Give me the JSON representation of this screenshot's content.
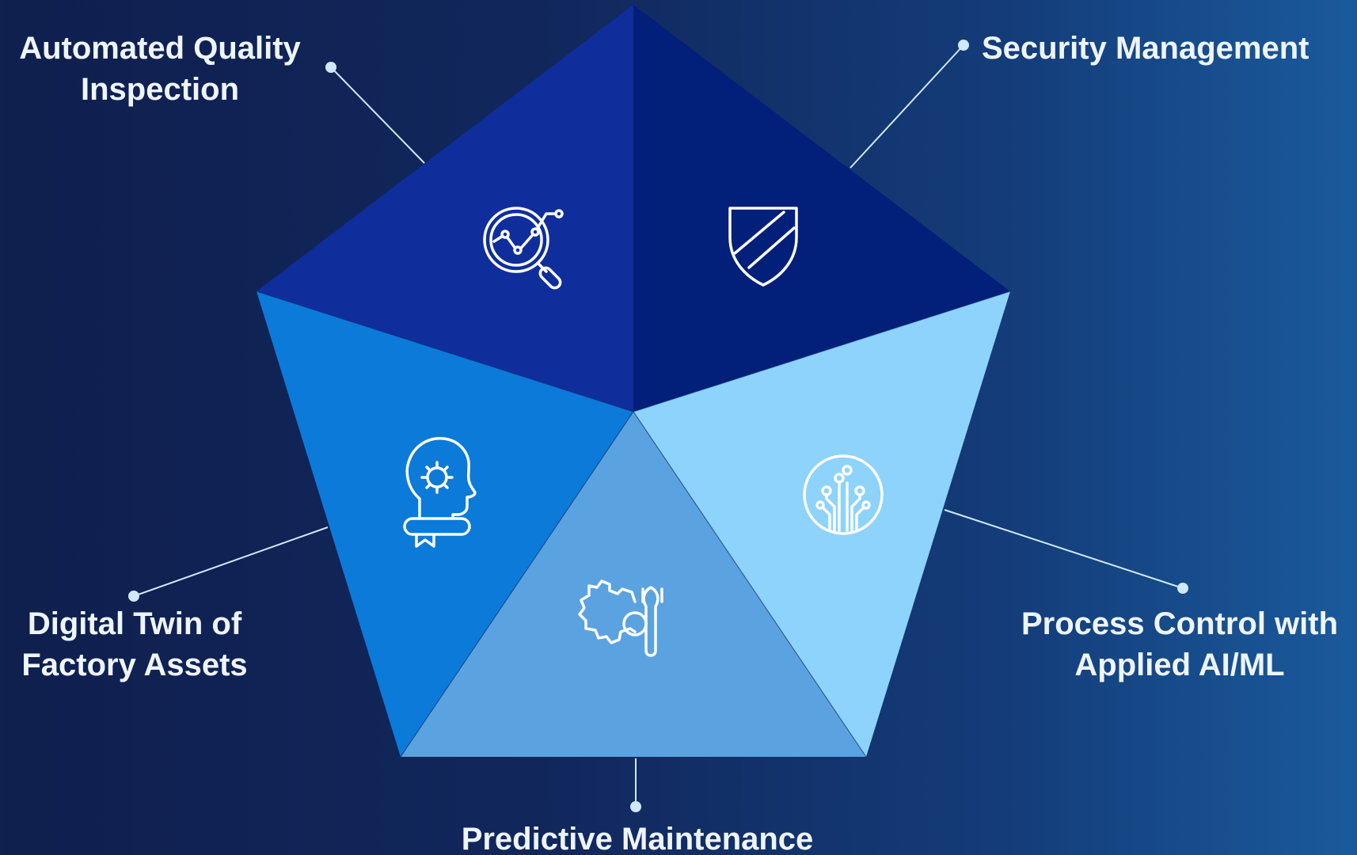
{
  "diagram": {
    "segments": [
      {
        "id": "automated-quality-inspection",
        "label_lines": [
          "Automated Quality",
          "Inspection"
        ],
        "color": "#0f2e9c",
        "icon": "magnifier-chart-icon"
      },
      {
        "id": "security-management",
        "label_lines": [
          "Security Management"
        ],
        "color": "#021f7a",
        "icon": "shield-icon"
      },
      {
        "id": "process-control",
        "label_lines": [
          "Process Control with",
          "Applied AI/ML"
        ],
        "color": "#8dd3fb",
        "icon": "circuit-tree-icon"
      },
      {
        "id": "predictive-maintenance",
        "label_lines": [
          "Predictive Maintenance"
        ],
        "color": "#5aa3e0",
        "icon": "gear-wrench-icon"
      },
      {
        "id": "digital-twin",
        "label_lines": [
          "Digital Twin of",
          "Factory Assets"
        ],
        "color": "#0c7ad9",
        "icon": "head-gear-icon"
      }
    ],
    "connector_color": "#cfe8fb"
  }
}
